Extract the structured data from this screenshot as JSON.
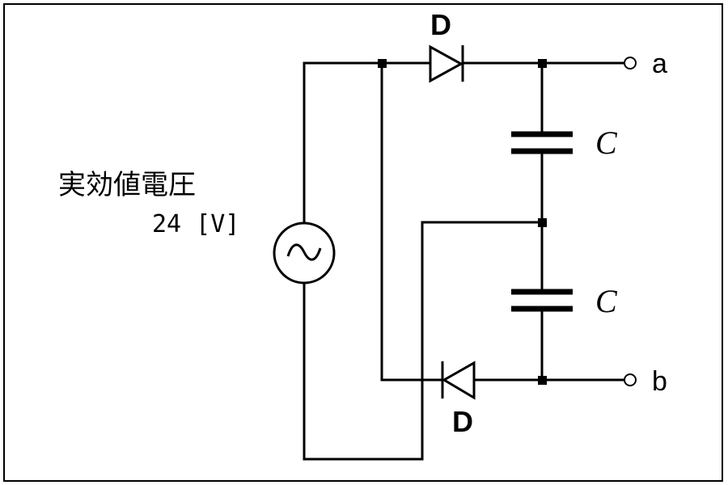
{
  "source_label_line1": "実効値電圧",
  "source_label_line2": "24 [V]",
  "diode_top_label": "D",
  "diode_bottom_label": "D",
  "capacitor_top_label": "C",
  "capacitor_bottom_label": "C",
  "terminal_a_label": "a",
  "terminal_b_label": "b",
  "source_symbol": "~"
}
